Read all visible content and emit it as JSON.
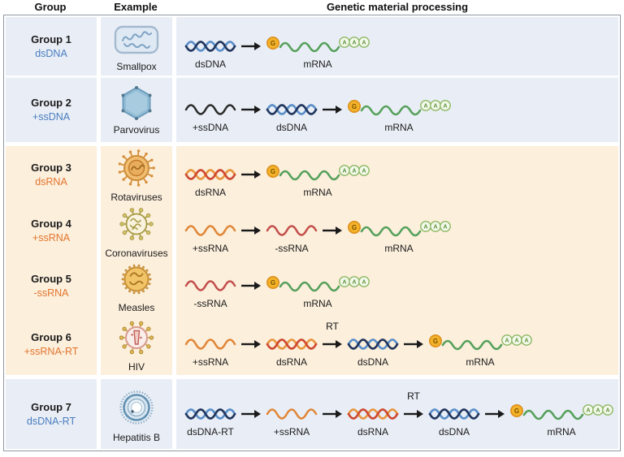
{
  "title_row": {
    "group": "Group",
    "example": "Example",
    "processing": "Genetic material processing"
  },
  "colors": {
    "blue_band_bg": "#e9eef6",
    "orange_band_bg": "#fcefdc",
    "blue_label": "#4a7dbf",
    "orange_label": "#e2752e",
    "dna_dark": "#22365e",
    "dna_light": "#5b8fc9",
    "rna_red": "#cf4a31",
    "rna_orange": "#e8963f",
    "ssdna_black": "#2b2b2b",
    "ssrna_plus": "#e08637",
    "ssrna_minus": "#c34f4b",
    "mrna_green": "#55a05a",
    "cap_fill": "#f3b229",
    "cap_stroke": "#dd8f1c",
    "cap_letter": "#7c5200",
    "polya_fill": "#f3f9ea",
    "polya_stroke": "#8cb763",
    "polya_letter": "#5d8f3d",
    "arrow": "#1a1a1a",
    "border": "#9199a3"
  },
  "legend": {
    "cap_label": "G",
    "polya_label": "A"
  },
  "rows": [
    {
      "group": "Group 1",
      "genome": "dsDNA",
      "genome_color": "blue",
      "example": "Smallpox",
      "icon": "smallpox-icon",
      "steps": [
        {
          "kind": "dsDNA",
          "label": "dsDNA"
        },
        {
          "kind": "arrow"
        },
        {
          "kind": "mRNA",
          "label": "mRNA"
        }
      ]
    },
    {
      "group": "Group 2",
      "genome": "+ssDNA",
      "genome_color": "blue",
      "example": "Parvovirus",
      "icon": "parvovirus-icon",
      "steps": [
        {
          "kind": "ssDNA_plus",
          "label": "+ssDNA"
        },
        {
          "kind": "arrow"
        },
        {
          "kind": "dsDNA",
          "label": "dsDNA"
        },
        {
          "kind": "arrow"
        },
        {
          "kind": "mRNA",
          "label": "mRNA"
        }
      ]
    },
    {
      "group": "Group 3",
      "genome": "dsRNA",
      "genome_color": "orange",
      "example": "Rotaviruses",
      "icon": "rotavirus-icon",
      "steps": [
        {
          "kind": "dsRNA",
          "label": "dsRNA"
        },
        {
          "kind": "arrow"
        },
        {
          "kind": "mRNA",
          "label": "mRNA"
        }
      ]
    },
    {
      "group": "Group 4",
      "genome": "+ssRNA",
      "genome_color": "orange",
      "example": "Coronaviruses",
      "icon": "coronavirus-icon",
      "steps": [
        {
          "kind": "ssRNA_plus",
          "label": "+ssRNA"
        },
        {
          "kind": "arrow"
        },
        {
          "kind": "ssRNA_minus",
          "label": "-ssRNA"
        },
        {
          "kind": "arrow"
        },
        {
          "kind": "mRNA",
          "label": "mRNA"
        }
      ]
    },
    {
      "group": "Group 5",
      "genome": "-ssRNA",
      "genome_color": "orange",
      "example": "Measles",
      "icon": "measles-icon",
      "steps": [
        {
          "kind": "ssRNA_minus",
          "label": "-ssRNA"
        },
        {
          "kind": "arrow"
        },
        {
          "kind": "mRNA",
          "label": "mRNA"
        }
      ]
    },
    {
      "group": "Group 6",
      "genome": "+ssRNA-RT",
      "genome_color": "orange",
      "example": "HIV",
      "icon": "hiv-icon",
      "steps": [
        {
          "kind": "ssRNA_plus",
          "label": "+ssRNA"
        },
        {
          "kind": "arrow"
        },
        {
          "kind": "dsRNA",
          "label": "dsRNA"
        },
        {
          "kind": "arrow",
          "note": "RT"
        },
        {
          "kind": "dsDNA",
          "label": "dsDNA"
        },
        {
          "kind": "arrow"
        },
        {
          "kind": "mRNA",
          "label": "mRNA"
        }
      ]
    },
    {
      "group": "Group 7",
      "genome": "dsDNA-RT",
      "genome_color": "blue",
      "example": "Hepatitis B",
      "icon": "hepatitis-b-icon",
      "steps": [
        {
          "kind": "dsDNA",
          "label": "dsDNA-RT"
        },
        {
          "kind": "arrow"
        },
        {
          "kind": "ssRNA_plus",
          "label": "+ssRNA"
        },
        {
          "kind": "arrow"
        },
        {
          "kind": "dsRNA",
          "label": "dsRNA"
        },
        {
          "kind": "arrow",
          "note": "RT"
        },
        {
          "kind": "dsDNA",
          "label": "dsDNA"
        },
        {
          "kind": "arrow"
        },
        {
          "kind": "mRNA",
          "label": "mRNA"
        }
      ]
    }
  ]
}
